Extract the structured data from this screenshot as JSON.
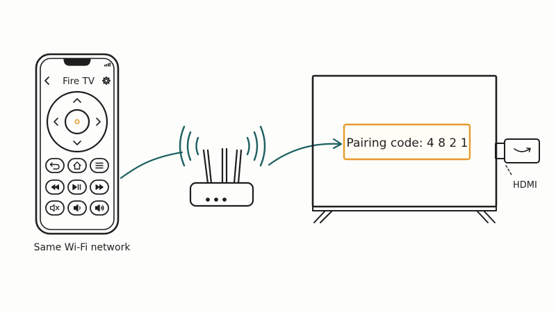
{
  "phone": {
    "title": "Fire TV",
    "caption": "Same Wi-Fi network",
    "icons": {
      "back": "chevron-left-icon",
      "settings": "gear-icon",
      "home": "home-icon",
      "menu": "menu-icon",
      "rewind": "rewind-icon",
      "play_pause": "play-pause-icon",
      "fast_forward": "fast-forward-icon",
      "mute": "mute-icon",
      "volume_down": "volume-down-icon",
      "volume_up": "volume-up-icon"
    }
  },
  "tv": {
    "pairing_text": "Pairing code: 4 8 2 1"
  },
  "stick": {
    "label": "HDMI"
  },
  "colors": {
    "ink": "#1e1e1e",
    "accent_orange": "#e69a2b",
    "arrow_teal": "#1c5f5f",
    "pairing_fill": "#fffdf5"
  }
}
